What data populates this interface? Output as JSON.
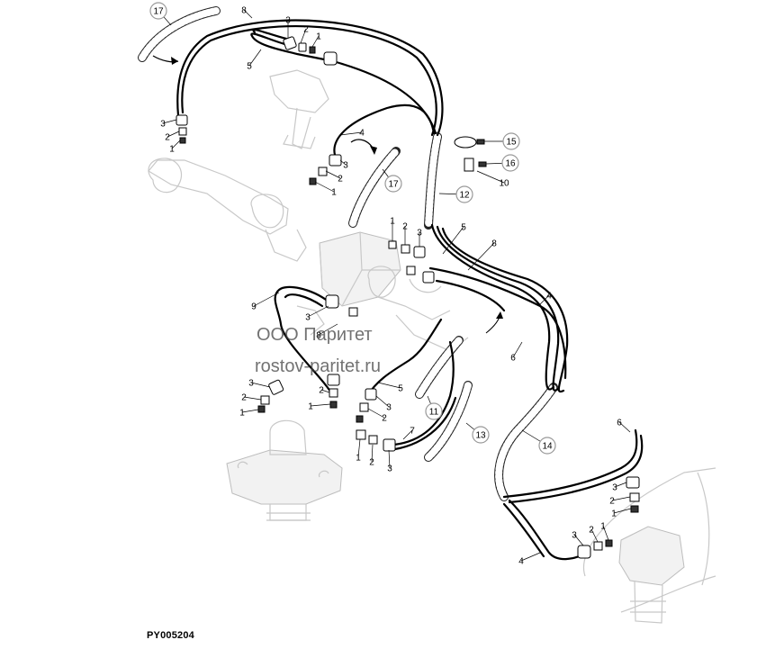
{
  "diagram": {
    "code": "PY005204",
    "watermark_line1": "ООО Паритет",
    "watermark_line2": "rostov-paritet.ru"
  },
  "callouts": [
    {
      "id": "c17a",
      "label": "17",
      "circled": true
    },
    {
      "id": "c8a",
      "label": "8",
      "circled": false
    },
    {
      "id": "c3a",
      "label": "3",
      "circled": false
    },
    {
      "id": "c2a",
      "label": "2",
      "circled": false
    },
    {
      "id": "c1a",
      "label": "1",
      "circled": false
    },
    {
      "id": "c5a",
      "label": "5",
      "circled": false
    },
    {
      "id": "c3b",
      "label": "3",
      "circled": false
    },
    {
      "id": "c2b",
      "label": "2",
      "circled": false
    },
    {
      "id": "c1b",
      "label": "1",
      "circled": false
    },
    {
      "id": "c4a",
      "label": "4",
      "circled": false
    },
    {
      "id": "c3c",
      "label": "3",
      "circled": false
    },
    {
      "id": "c2c",
      "label": "2",
      "circled": false
    },
    {
      "id": "c1c",
      "label": "1",
      "circled": false
    },
    {
      "id": "c17b",
      "label": "17",
      "circled": true
    },
    {
      "id": "c15",
      "label": "15",
      "circled": true
    },
    {
      "id": "c16",
      "label": "16",
      "circled": true
    },
    {
      "id": "c10",
      "label": "10",
      "circled": false
    },
    {
      "id": "c12",
      "label": "12",
      "circled": true
    },
    {
      "id": "c1d",
      "label": "1",
      "circled": false
    },
    {
      "id": "c2d",
      "label": "2",
      "circled": false
    },
    {
      "id": "c3d",
      "label": "3",
      "circled": false
    },
    {
      "id": "c5b",
      "label": "5",
      "circled": false
    },
    {
      "id": "c8b",
      "label": "8",
      "circled": false
    },
    {
      "id": "c4b",
      "label": "4",
      "circled": false
    },
    {
      "id": "c6a",
      "label": "6",
      "circled": false
    },
    {
      "id": "c9",
      "label": "9",
      "circled": false
    },
    {
      "id": "c3e",
      "label": "3",
      "circled": false
    },
    {
      "id": "c8c",
      "label": "8",
      "circled": false
    },
    {
      "id": "c2e",
      "label": "2",
      "circled": false
    },
    {
      "id": "c1e",
      "label": "1",
      "circled": false
    },
    {
      "id": "c3f",
      "label": "3",
      "circled": false
    },
    {
      "id": "c2f",
      "label": "2",
      "circled": false
    },
    {
      "id": "c1f",
      "label": "1",
      "circled": false
    },
    {
      "id": "c5c",
      "label": "5",
      "circled": false
    },
    {
      "id": "c3g",
      "label": "3",
      "circled": false
    },
    {
      "id": "c2g",
      "label": "2",
      "circled": false
    },
    {
      "id": "c11",
      "label": "11",
      "circled": true
    },
    {
      "id": "c7",
      "label": "7",
      "circled": false
    },
    {
      "id": "c13",
      "label": "13",
      "circled": true
    },
    {
      "id": "c1g",
      "label": "1",
      "circled": false
    },
    {
      "id": "c2h",
      "label": "2",
      "circled": false
    },
    {
      "id": "c3h",
      "label": "3",
      "circled": false
    },
    {
      "id": "c14",
      "label": "14",
      "circled": true
    },
    {
      "id": "c6b",
      "label": "6",
      "circled": false
    },
    {
      "id": "c3i",
      "label": "3",
      "circled": false
    },
    {
      "id": "c2i",
      "label": "2",
      "circled": false
    },
    {
      "id": "c1i",
      "label": "1",
      "circled": false
    },
    {
      "id": "c3j",
      "label": "3",
      "circled": false
    },
    {
      "id": "c2j",
      "label": "2",
      "circled": false
    },
    {
      "id": "c1j",
      "label": "1",
      "circled": false
    },
    {
      "id": "c4c",
      "label": "4",
      "circled": false
    }
  ]
}
